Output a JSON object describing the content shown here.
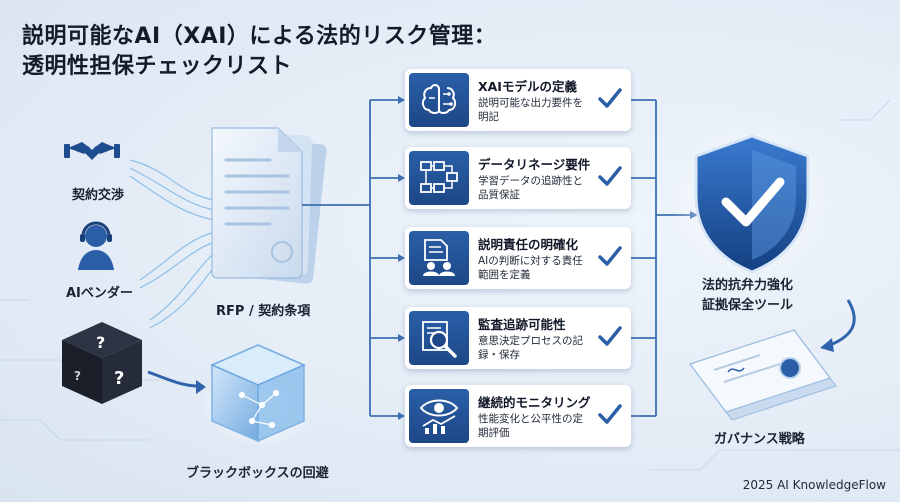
{
  "title": {
    "line1": "説明可能なAI（XAI）による法的リスク管理：",
    "line2": "透明性担保チェックリスト"
  },
  "left": {
    "negotiation_label": "契約交渉",
    "vendor_label": "AIベンダー"
  },
  "document_label": "RFP / 契約条項",
  "blackbox_label": "ブラックボックスの回避",
  "cards": [
    {
      "title": "XAIモデルの定義",
      "desc": "説明可能な出力要件を明記",
      "icon": "brain-circuit-icon"
    },
    {
      "title": "データリネージ要件",
      "desc": "学習データの追跡性と品質保証",
      "icon": "data-flow-icon"
    },
    {
      "title": "説明責任の明確化",
      "desc": "AIの判断に対する責任範囲を定義",
      "icon": "responsibility-icon"
    },
    {
      "title": "監査追跡可能性",
      "desc": "意思決定プロセスの記録・保存",
      "icon": "audit-magnifier-icon"
    },
    {
      "title": "継続的モニタリング",
      "desc": "性能変化と公平性の定期評価",
      "icon": "eye-chart-icon"
    }
  ],
  "shield_label": {
    "line1": "法的抗弁力強化",
    "line2": "証拠保全ツール"
  },
  "governance_label": "ガバナンス戦略",
  "footer": "2025 AI KnowledgeFlow",
  "colors": {
    "accent": "#2a5fa8",
    "line": "#3d6fb0",
    "shield": "#1f57a8"
  }
}
